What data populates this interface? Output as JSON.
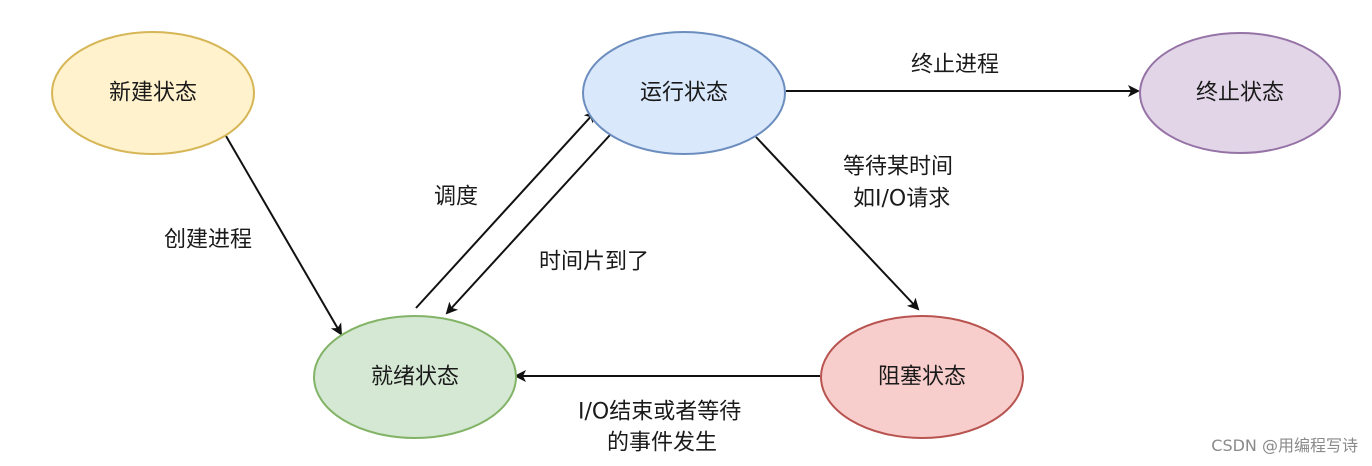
{
  "states": {
    "new": {
      "label": "新建状态",
      "fill": "#fff2cc",
      "stroke": "#d6b656"
    },
    "running": {
      "label": "运行状态",
      "fill": "#dae8fc",
      "stroke": "#6c8ebf"
    },
    "terminated": {
      "label": "终止状态",
      "fill": "#e1d5e7",
      "stroke": "#9673a6"
    },
    "ready": {
      "label": "就绪状态",
      "fill": "#d5e8d4",
      "stroke": "#82b366"
    },
    "blocked": {
      "label": "阻塞状态",
      "fill": "#f8cecc",
      "stroke": "#b85450"
    }
  },
  "edges": {
    "create_process": "创建进程",
    "schedule": "调度",
    "time_slice_up": "时间片到了",
    "terminate_process": "终止进程",
    "wait_event_line1": "等待某时间",
    "wait_event_line2": "如I/O请求",
    "io_done_line1": "I/O结束或者等待",
    "io_done_line2": "的事件发生"
  },
  "watermark": "CSDN @用编程写诗"
}
